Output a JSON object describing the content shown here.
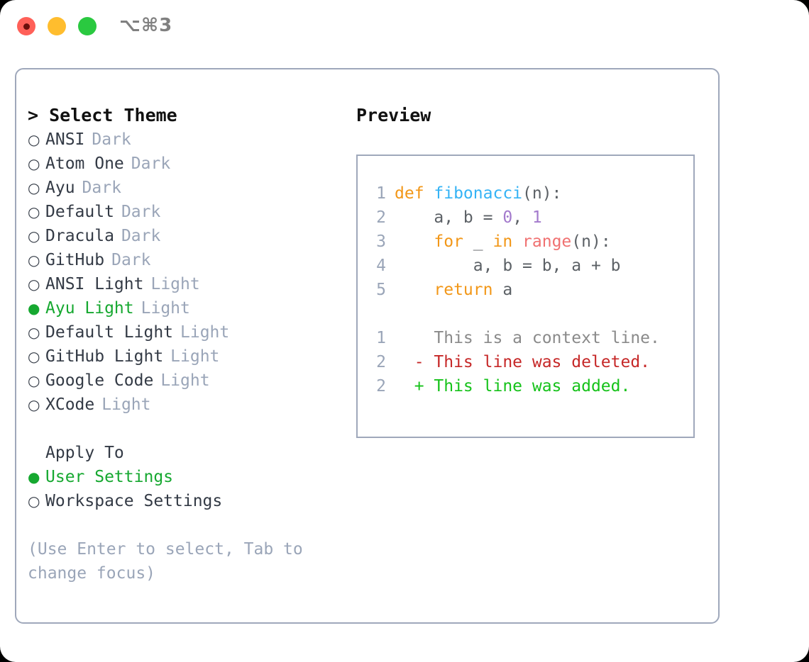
{
  "titlebar": {
    "shortcut": "⌥⌘3",
    "lights": [
      {
        "name": "close-button",
        "color": "#ff6058"
      },
      {
        "name": "minimize-button",
        "color": "#ffbd2e"
      },
      {
        "name": "maximize-button",
        "color": "#2ac940"
      }
    ]
  },
  "theme_panel": {
    "title": "> Select Theme",
    "options": [
      {
        "bullet": "○",
        "label": "ANSI",
        "variant": "Dark",
        "selected": false
      },
      {
        "bullet": "○",
        "label": "Atom One",
        "variant": "Dark",
        "selected": false
      },
      {
        "bullet": "○",
        "label": "Ayu",
        "variant": "Dark",
        "selected": false
      },
      {
        "bullet": "○",
        "label": "Default",
        "variant": "Dark",
        "selected": false
      },
      {
        "bullet": "○",
        "label": "Dracula",
        "variant": "Dark",
        "selected": false
      },
      {
        "bullet": "○",
        "label": "GitHub",
        "variant": "Dark",
        "selected": false
      },
      {
        "bullet": "○",
        "label": "ANSI Light",
        "variant": "Light",
        "selected": false
      },
      {
        "bullet": "●",
        "label": "Ayu Light",
        "variant": "Light",
        "selected": true
      },
      {
        "bullet": "○",
        "label": "Default Light",
        "variant": "Light",
        "selected": false
      },
      {
        "bullet": "○",
        "label": "GitHub Light",
        "variant": "Light",
        "selected": false
      },
      {
        "bullet": "○",
        "label": "Google Code",
        "variant": "Light",
        "selected": false
      },
      {
        "bullet": "○",
        "label": "XCode",
        "variant": "Light",
        "selected": false
      }
    ]
  },
  "apply_to": {
    "title": "Apply To",
    "options": [
      {
        "bullet": "●",
        "label": "User Settings",
        "selected": true
      },
      {
        "bullet": "○",
        "label": "Workspace Settings",
        "selected": false
      }
    ]
  },
  "hint": "(Use Enter to select, Tab to change focus)",
  "preview": {
    "title": "Preview",
    "code_lines": [
      {
        "num": "1",
        "tokens": [
          {
            "t": "def ",
            "c": "tok-kw"
          },
          {
            "t": "fibonacci",
            "c": "tok-fn"
          },
          {
            "t": "(n):",
            "c": "tok-pl"
          }
        ]
      },
      {
        "num": "2",
        "tokens": [
          {
            "t": "    a, b = ",
            "c": "tok-pl"
          },
          {
            "t": "0",
            "c": "tok-num"
          },
          {
            "t": ", ",
            "c": "tok-pl"
          },
          {
            "t": "1",
            "c": "tok-num"
          }
        ]
      },
      {
        "num": "3",
        "tokens": [
          {
            "t": "    ",
            "c": "tok-pl"
          },
          {
            "t": "for",
            "c": "tok-kw"
          },
          {
            "t": " _ ",
            "c": "tok-pl"
          },
          {
            "t": "in",
            "c": "tok-kw"
          },
          {
            "t": " ",
            "c": "tok-pl"
          },
          {
            "t": "range",
            "c": "tok-call"
          },
          {
            "t": "(n):",
            "c": "tok-pl"
          }
        ]
      },
      {
        "num": "4",
        "tokens": [
          {
            "t": "        a, b = b, a + b",
            "c": "tok-pl"
          }
        ]
      },
      {
        "num": "5",
        "tokens": [
          {
            "t": "    ",
            "c": "tok-pl"
          },
          {
            "t": "return",
            "c": "tok-kw"
          },
          {
            "t": " a",
            "c": "tok-pl"
          }
        ]
      }
    ],
    "diff_lines": [
      {
        "num": "1",
        "marker": "  ",
        "text": "This is a context line.",
        "cls": "tok-ctx"
      },
      {
        "num": "2",
        "marker": "- ",
        "text": "This line was deleted.",
        "cls": "tok-del"
      },
      {
        "num": "2",
        "marker": "+ ",
        "text": "This line was added.",
        "cls": "tok-add"
      }
    ]
  }
}
